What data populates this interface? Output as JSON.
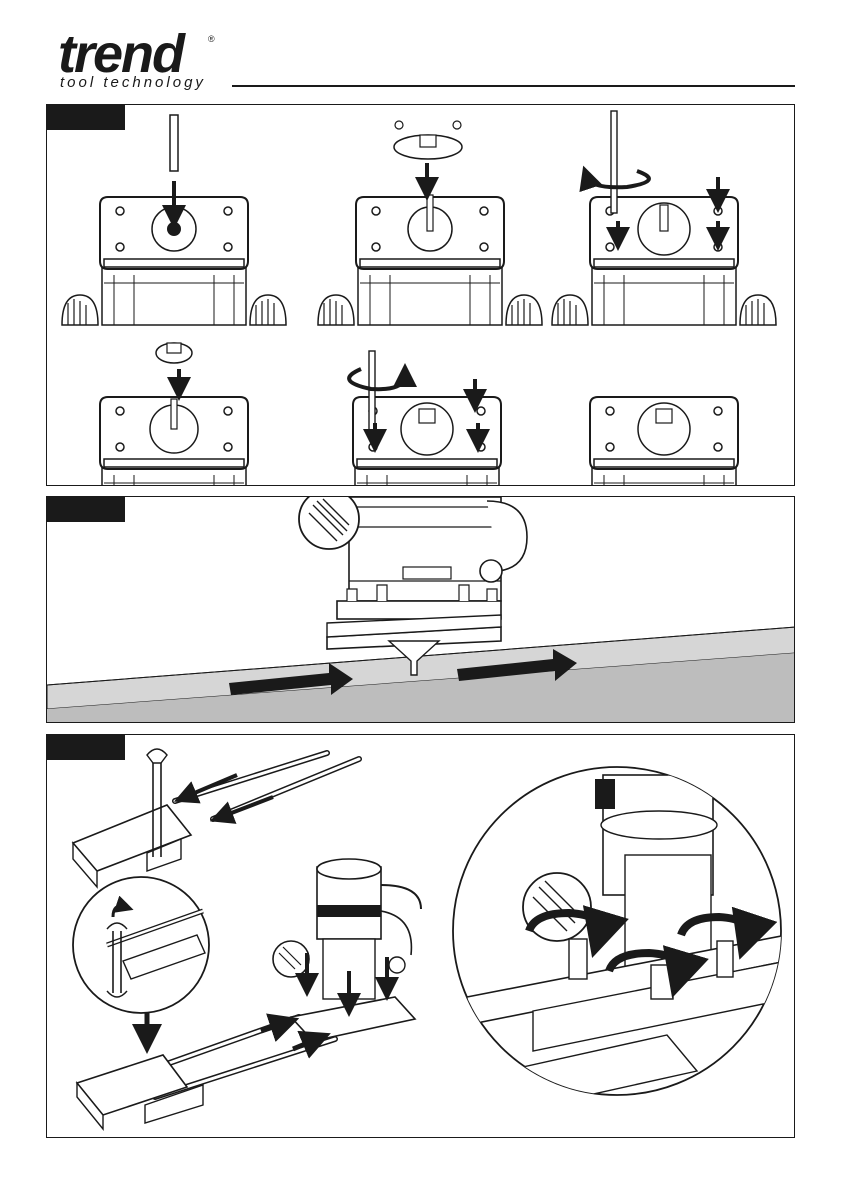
{
  "header": {
    "brand": "trend",
    "registered": "®",
    "tagline": "tool technology"
  },
  "figures": [
    {
      "id": "fig-1",
      "tab_label": ""
    },
    {
      "id": "fig-2",
      "tab_label": ""
    },
    {
      "id": "fig-3",
      "tab_label": ""
    }
  ],
  "colors": {
    "ink": "#1a1a1a",
    "workpiece_light": "#d6d6d6",
    "workpiece_dark": "#a9a9a9"
  }
}
